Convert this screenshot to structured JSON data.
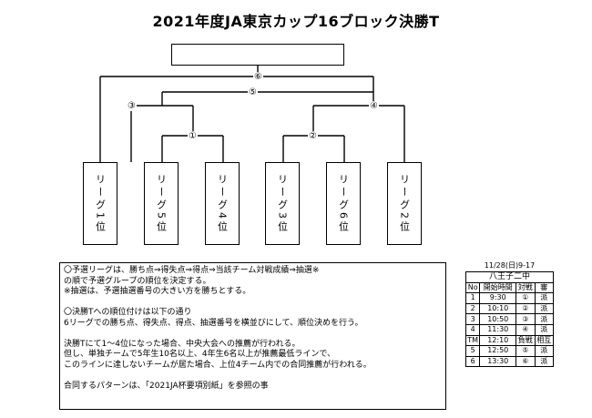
{
  "title": "2021年度JA東京カップ16ブロック決勝T",
  "bracket": {
    "match_labels": [
      "①",
      "②",
      "③",
      "④",
      "⑤",
      "⑥"
    ],
    "teams": [
      {
        "label": "リーグ1位"
      },
      {
        "label": "リーグ5位"
      },
      {
        "label": "リーグ4位"
      },
      {
        "label": "リーグ3位"
      },
      {
        "label": "リーグ6位"
      },
      {
        "label": "リーグ2位"
      }
    ]
  },
  "notes": {
    "lines": [
      "〇予選リーグは、勝ち点⇒得失点⇒得点⇒当該チーム対戦成績⇒抽選※",
      "の順で予選グループの順位を決定する。",
      "※抽選は、予選抽選番号の大きい方を勝ちとする。",
      "",
      "〇決勝Tへの順位付けは以下の通り",
      "6リーグでの勝ち点、得失点、得点、抽選番号を横並びにして、順位決めを行う。",
      "",
      "決勝Tにて1～4位になった場合、中央大会への推薦が行われる。",
      "但し、単独チームで5年生10名以上、4年生6名以上が推薦最低ラインで、",
      "このラインに達しないチームが居た場合、上位4チーム内での合同推薦が行われる。",
      "",
      "合同するパターンは、「2021JA杯要項別紙」を参照の事"
    ]
  },
  "schedule": {
    "date_time": "11/28(日)9-17",
    "venue": "八王子二中",
    "headers": [
      "No",
      "開始時間",
      "対戦",
      "審"
    ],
    "rows": [
      [
        "1",
        "9:30",
        "①",
        "派"
      ],
      [
        "2",
        "10:10",
        "②",
        "派"
      ],
      [
        "3",
        "10:50",
        "③",
        "派"
      ],
      [
        "4",
        "11:30",
        "④",
        "派"
      ],
      [
        "TM",
        "12:10",
        "負戦",
        "相互"
      ],
      [
        "5",
        "12:50",
        "⑤",
        "派"
      ],
      [
        "6",
        "13:30",
        "⑥",
        "派"
      ]
    ]
  }
}
